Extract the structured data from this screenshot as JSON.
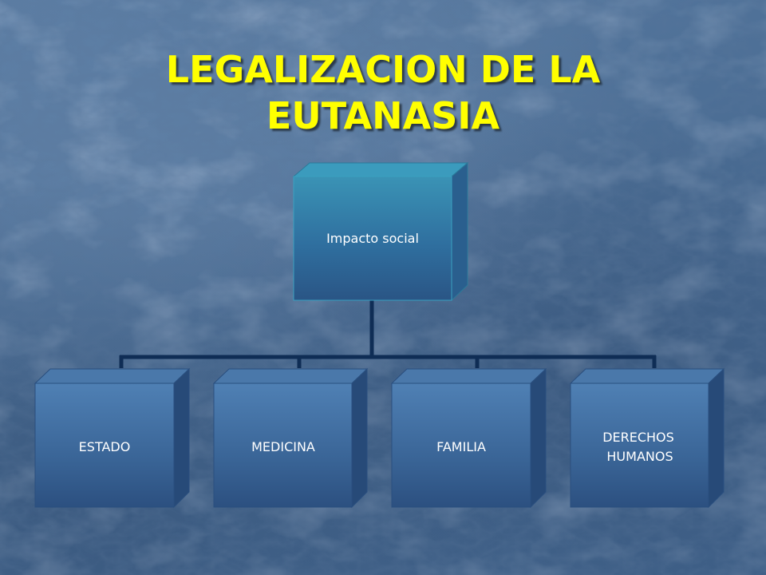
{
  "title": {
    "line1": "LEGALIZACION DE LA",
    "line2": "EUTANASIA"
  },
  "diagram": {
    "root": {
      "label": "Impacto social"
    },
    "children": [
      {
        "label": "ESTADO"
      },
      {
        "label": "MEDICINA"
      },
      {
        "label": "FAMILIA"
      },
      {
        "label_line1": "DERECHOS",
        "label_line2": "HUMANOS"
      }
    ]
  },
  "colors": {
    "title": "#ffff00",
    "background": "#4d6f96",
    "box_front_top": "#4a7cb0",
    "box_front_bottom": "#2c5585",
    "root_front_top": "#3a8fb0",
    "connector": "#0f2d55",
    "label": "#ffffff"
  }
}
